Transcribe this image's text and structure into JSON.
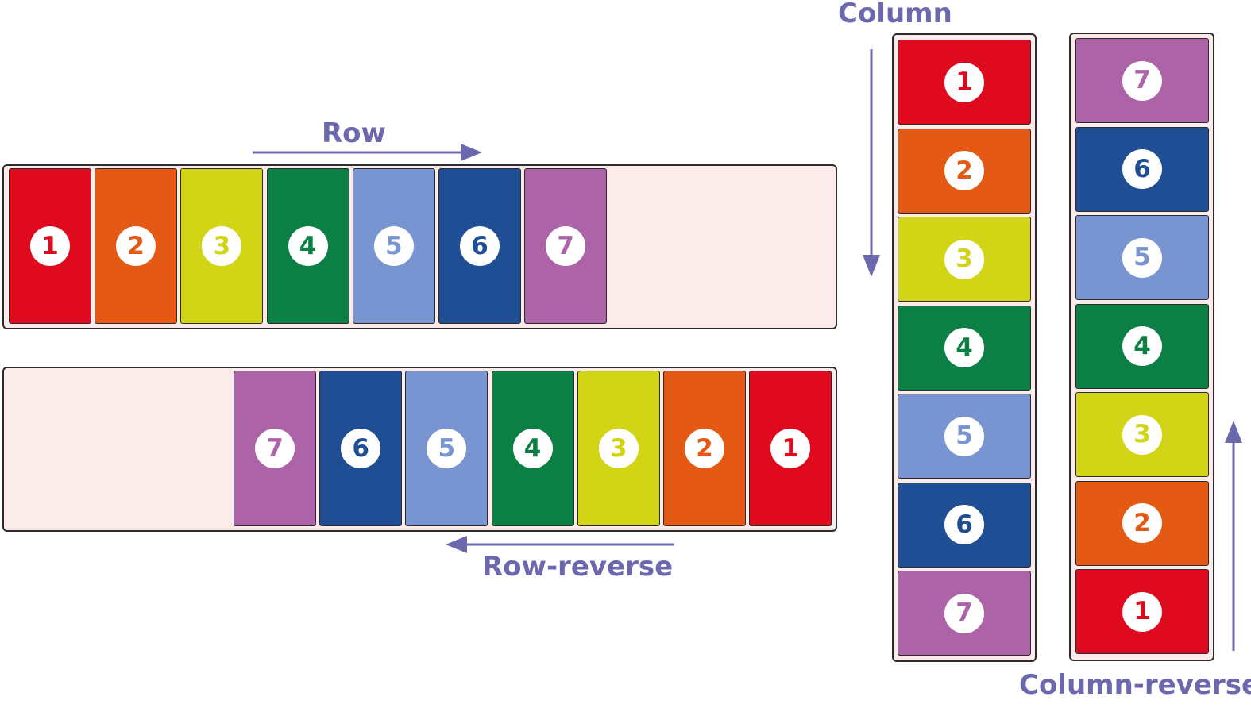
{
  "colors": {
    "1": "#e00a1f",
    "2": "#e45a14",
    "3": "#d1d515",
    "4": "#0b7f44",
    "5": "#7895d2",
    "6": "#1f4e95",
    "7": "#ad63a7",
    "container_bg": "#fbebea",
    "arrow": "#6b68ad"
  },
  "row": {
    "label": "Row",
    "items": [
      "1",
      "2",
      "3",
      "4",
      "5",
      "6",
      "7"
    ]
  },
  "row_reverse": {
    "label": "Row-reverse",
    "items": [
      "7",
      "6",
      "5",
      "4",
      "3",
      "2",
      "1"
    ]
  },
  "column": {
    "label": "Column",
    "items": [
      "1",
      "2",
      "3",
      "4",
      "5",
      "6",
      "7"
    ]
  },
  "column_reverse": {
    "label": "Column-reverse",
    "items": [
      "7",
      "6",
      "5",
      "4",
      "3",
      "2",
      "1"
    ]
  }
}
